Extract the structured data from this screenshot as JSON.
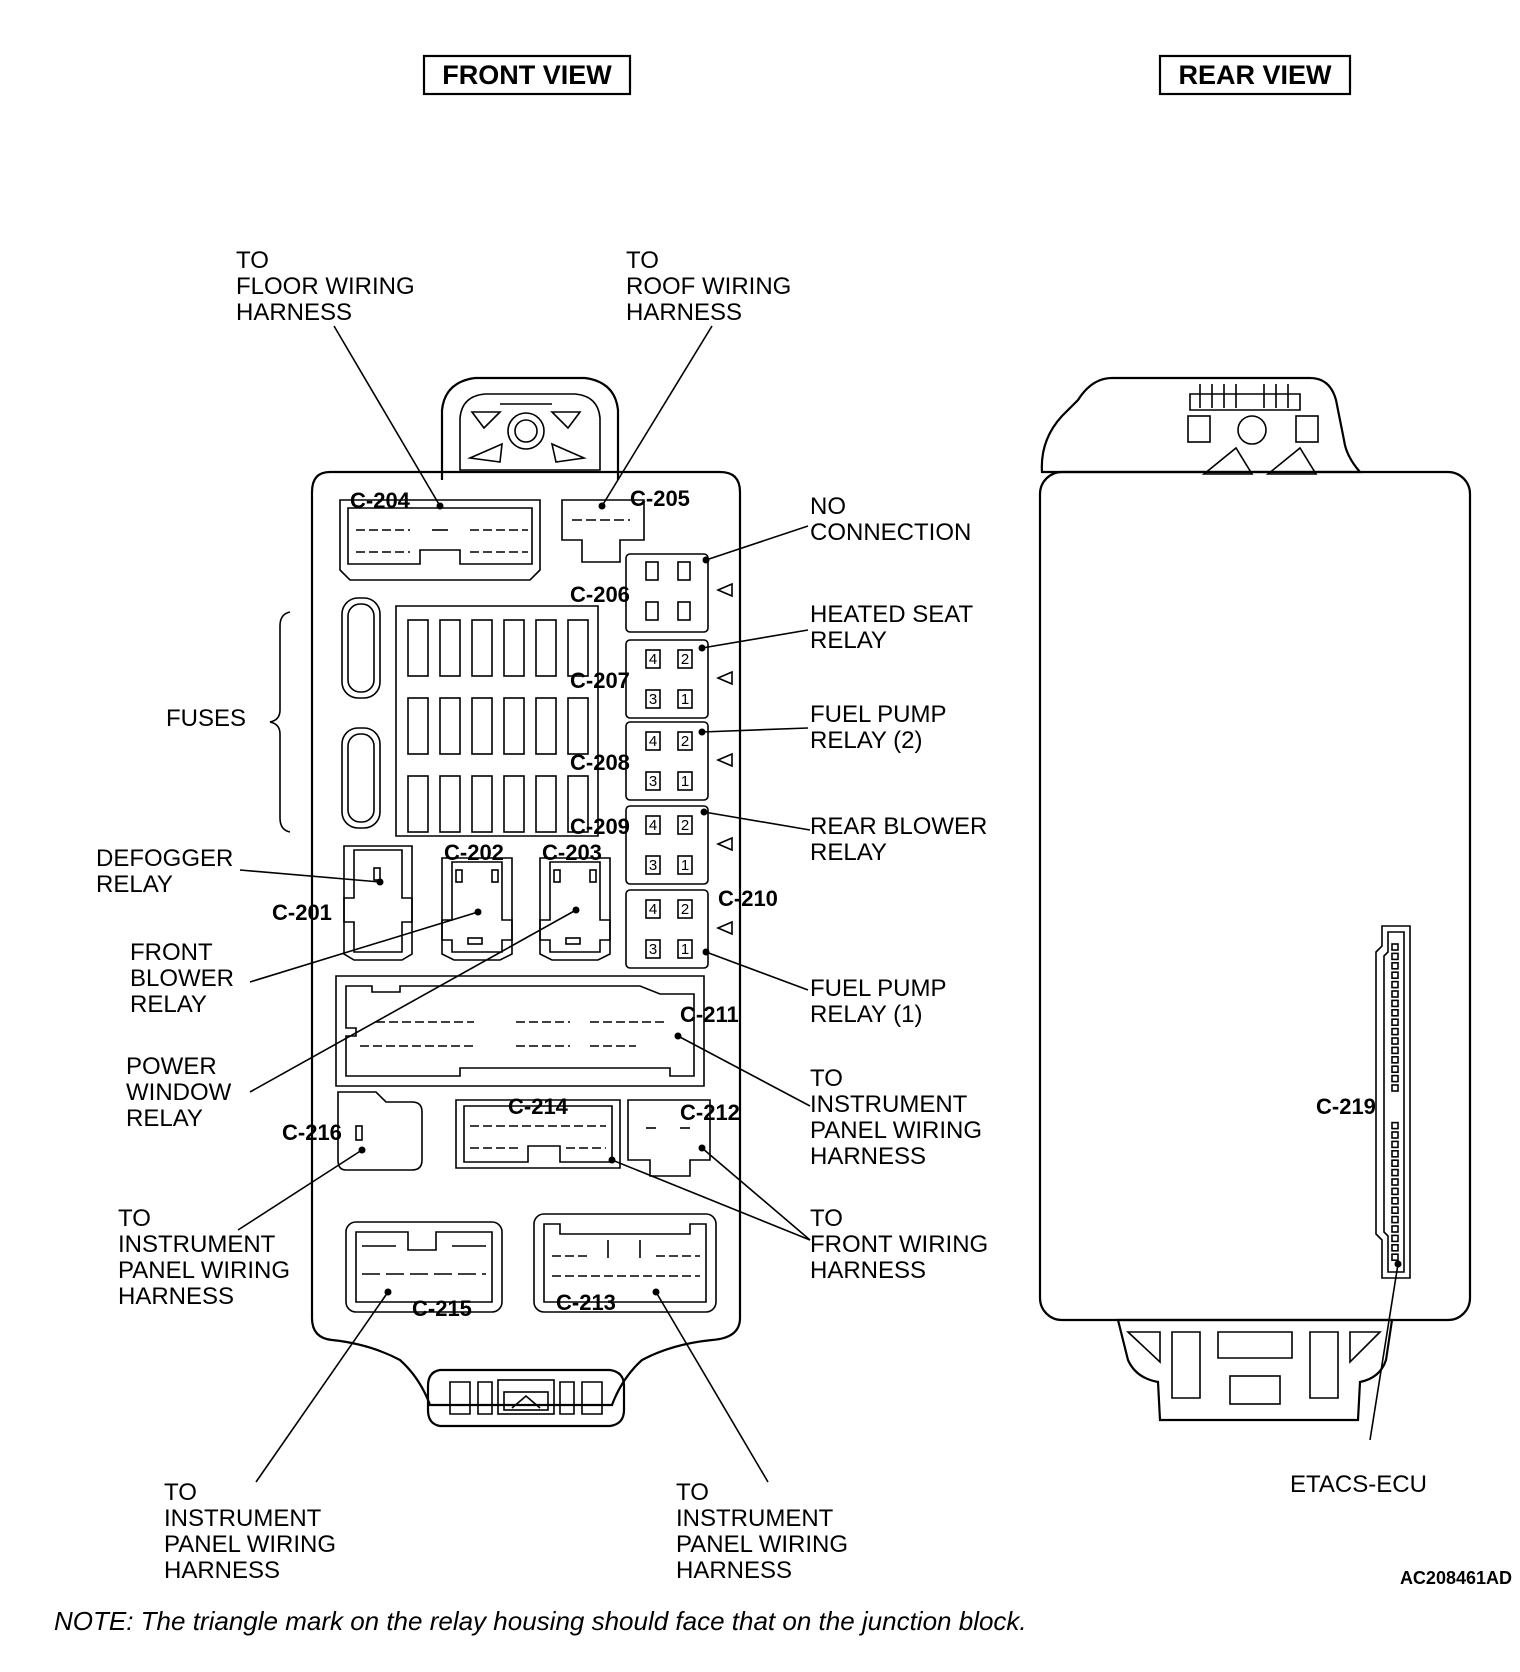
{
  "views": {
    "front": "FRONT VIEW",
    "rear": "REAR VIEW"
  },
  "labels": {
    "floor": [
      "TO",
      "FLOOR WIRING",
      "HARNESS"
    ],
    "roof": [
      "TO",
      "ROOF WIRING",
      "HARNESS"
    ],
    "no_conn": [
      "NO",
      "CONNECTION"
    ],
    "heated": [
      "HEATED SEAT",
      "RELAY"
    ],
    "fp2": [
      "FUEL PUMP",
      "RELAY (2)"
    ],
    "rear_blower": [
      "REAR BLOWER",
      "RELAY"
    ],
    "fuses": "FUSES",
    "defogger": [
      "DEFOGGER",
      "RELAY"
    ],
    "front_blower": [
      "FRONT",
      "BLOWER",
      "RELAY"
    ],
    "power_window": [
      "POWER",
      "WINDOW",
      "RELAY"
    ],
    "fp1": [
      "FUEL PUMP",
      "RELAY (1)"
    ],
    "ip_right": [
      "TO",
      "INSTRUMENT",
      "PANEL WIRING",
      "HARNESS"
    ],
    "ip_left": [
      "TO",
      "INSTRUMENT",
      "PANEL WIRING",
      "HARNESS"
    ],
    "front_wiring": [
      "TO",
      "FRONT WIRING",
      "HARNESS"
    ],
    "ip_bottom_left": [
      "TO",
      "INSTRUMENT",
      "PANEL WIRING",
      "HARNESS"
    ],
    "ip_bottom_right": [
      "TO",
      "INSTRUMENT",
      "PANEL WIRING",
      "HARNESS"
    ],
    "etacs": "ETACS-ECU"
  },
  "connectors": {
    "c201": "C-201",
    "c202": "C-202",
    "c203": "C-203",
    "c204": "C-204",
    "c205": "C-205",
    "c206": "C-206",
    "c207": "C-207",
    "c208": "C-208",
    "c209": "C-209",
    "c210": "C-210",
    "c211": "C-211",
    "c212": "C-212",
    "c213": "C-213",
    "c214": "C-214",
    "c215": "C-215",
    "c216": "C-216",
    "c219": "C-219"
  },
  "relay_pins": [
    "4",
    "2",
    "3",
    "1"
  ],
  "code": "AC208461AD",
  "note": "NOTE: The triangle mark on the relay housing should face that on the junction block."
}
